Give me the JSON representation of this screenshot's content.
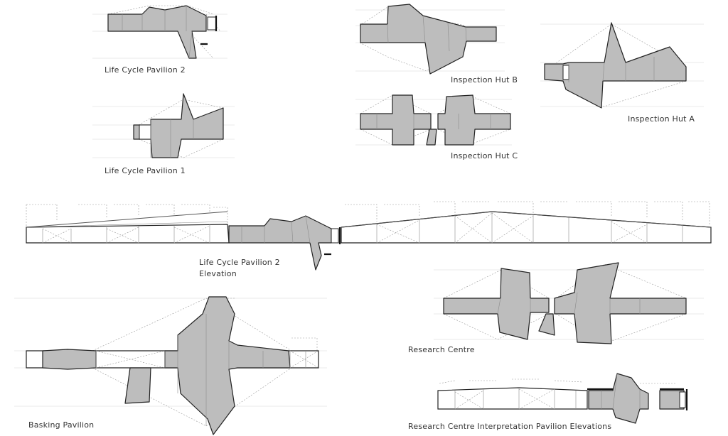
{
  "labels": {
    "lcp2": "Life Cycle Pavilion 2",
    "lcp1": "Life Cycle Pavilion 1",
    "hut_b": "Inspection Hut B",
    "hut_c": "Inspection Hut C",
    "hut_a": "Inspection Hut A",
    "lcp2_elev_1": "Life Cycle Pavilion 2",
    "lcp2_elev_2": "Elevation",
    "research": "Research Centre",
    "basking": "Basking Pavilion",
    "interp": "Research Centre Interpretation Pavilion Elevations"
  },
  "colors": {
    "fill": "#bdbdbd",
    "line": "#222222",
    "dashed": "#9a9a9a"
  }
}
